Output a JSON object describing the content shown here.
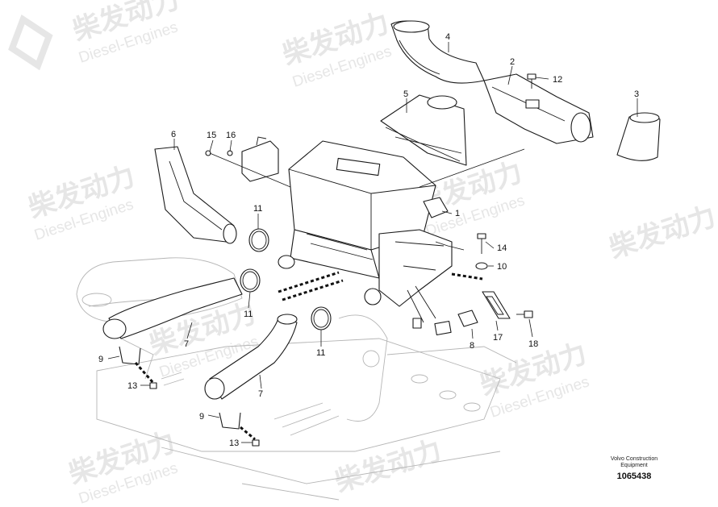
{
  "watermark": {
    "brand_cn": "柴发动力",
    "brand_en": "Diesel-Engines"
  },
  "vendor": {
    "line1": "Volvo Construction",
    "line2": "Equipment",
    "doc_number": "1065438"
  },
  "callouts": {
    "c1": "1",
    "c2": "2",
    "c3": "3",
    "c4": "4",
    "c5": "5",
    "c6": "6",
    "c7a": "7",
    "c7b": "7",
    "c8": "8",
    "c9a": "9",
    "c9b": "9",
    "c10": "10",
    "c11a": "11",
    "c11b": "11",
    "c11c": "11",
    "c12": "12",
    "c13a": "13",
    "c13b": "13",
    "c14": "14",
    "c15": "15",
    "c16": "16",
    "c17": "17",
    "c18": "18"
  }
}
